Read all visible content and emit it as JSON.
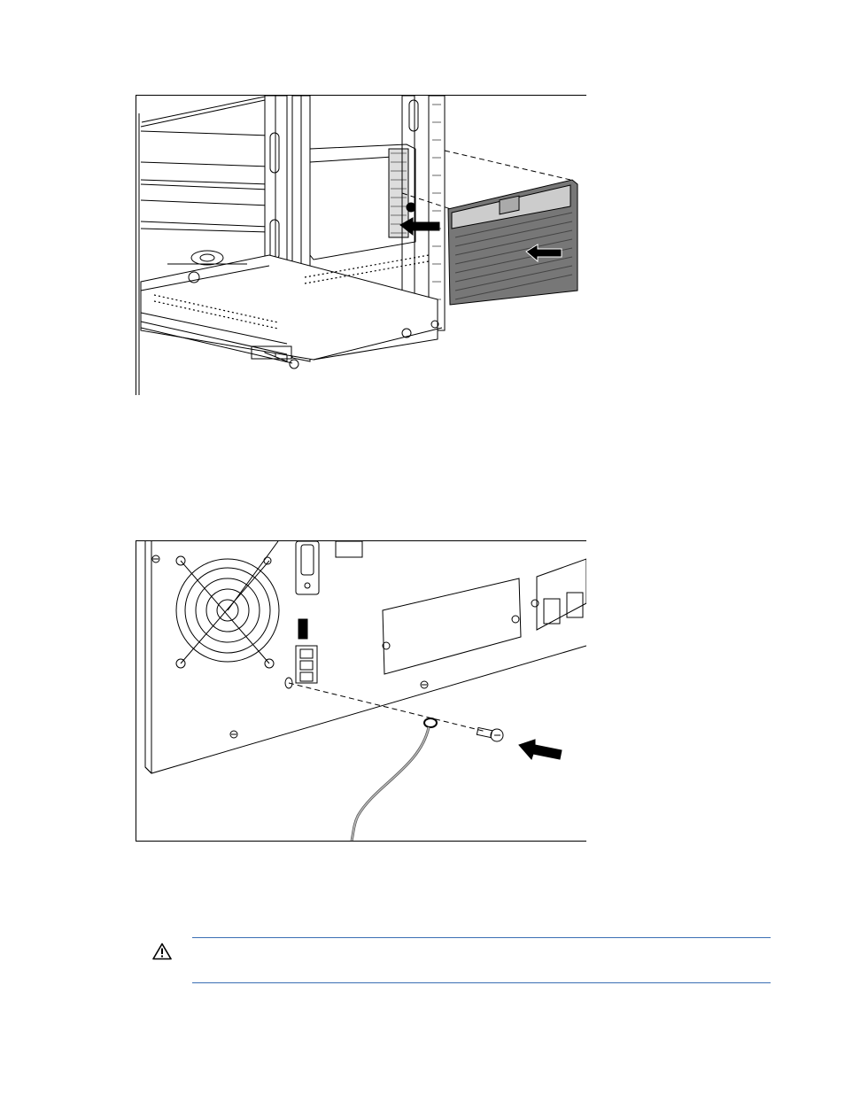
{
  "figures": [
    {
      "id": "rack-front-bezel",
      "icon": "rack-bezel-installation-illustration"
    },
    {
      "id": "ground-wire",
      "icon": "ground-wire-screw-illustration"
    }
  ],
  "warning": {
    "icon": "warning-triangle-icon",
    "rule_color": "#3a6fb4"
  }
}
